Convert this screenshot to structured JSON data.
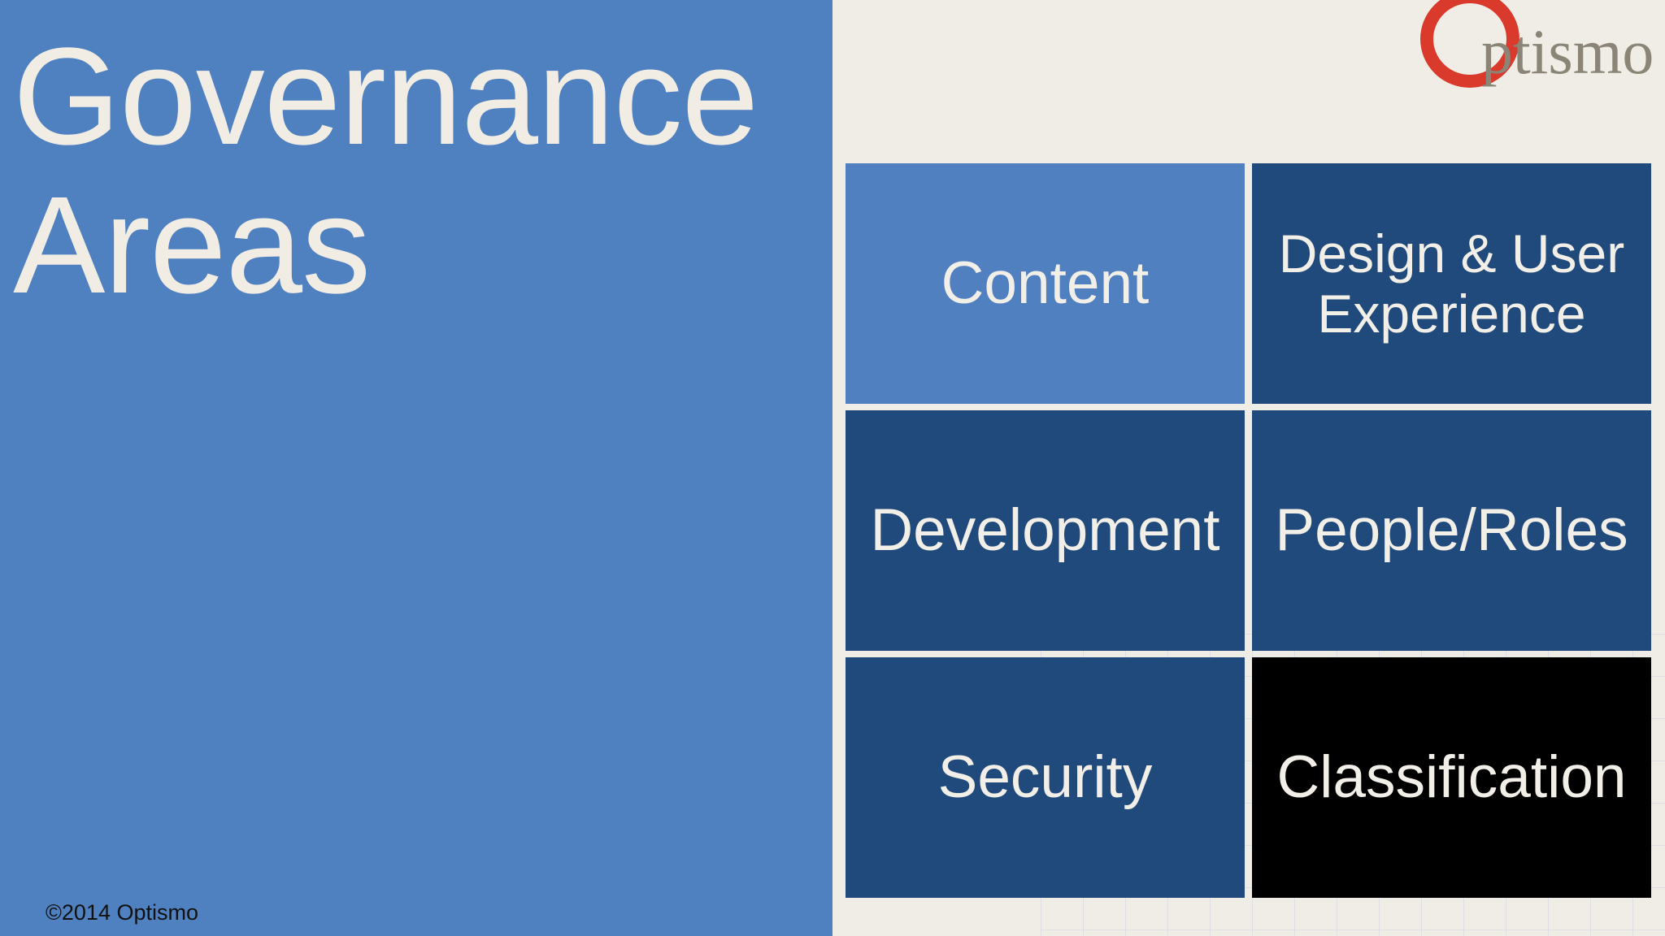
{
  "slide": {
    "title_line1": "Governance",
    "title_line2": "Areas",
    "copyright": "©2014 Optismo"
  },
  "logo": {
    "text": "ptismo",
    "icon": "optismo-o-logo-icon",
    "ring_color": "#d93a2b"
  },
  "tiles": [
    {
      "label": "Content"
    },
    {
      "label_line1": "Design & User",
      "label_line2": "Experience"
    },
    {
      "label": "Development"
    },
    {
      "label": "People/Roles"
    },
    {
      "label": "Security"
    },
    {
      "label": "Classification"
    }
  ],
  "colors": {
    "left_panel": "#4f80c0",
    "right_panel": "#f0ede6",
    "tile_light": "#5080c0",
    "tile_dark": "#214a7c",
    "tile_black": "#000000",
    "text_cream": "#f1ede4"
  }
}
